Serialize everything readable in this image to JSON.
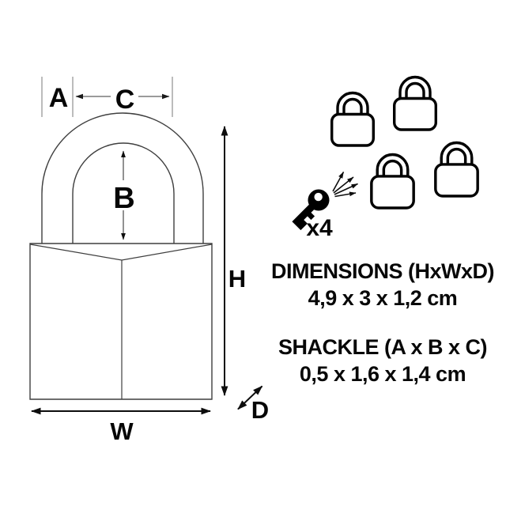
{
  "diagram": {
    "labels": {
      "a": "A",
      "b": "B",
      "c": "C",
      "h": "H",
      "w": "W",
      "d": "D"
    }
  },
  "pack": {
    "key_count_label": "x4",
    "padlock_count": 4
  },
  "specs": {
    "dimensions_title": "DIMENSIONS (HxWxD)",
    "dimensions_value": "4,9 x 3 x 1,2 cm",
    "shackle_title": "SHACKLE (A x B x C)",
    "shackle_value": "0,5 x 1,6 x 1,4 cm"
  },
  "icons": {
    "padlock": "padlock-icon",
    "key": "key-icon"
  },
  "colors": {
    "background": "#ffffff",
    "ink": "#0d0d0d",
    "drawing_line": "#3f3f3f",
    "dimension_tick": "#8f8f8f"
  }
}
